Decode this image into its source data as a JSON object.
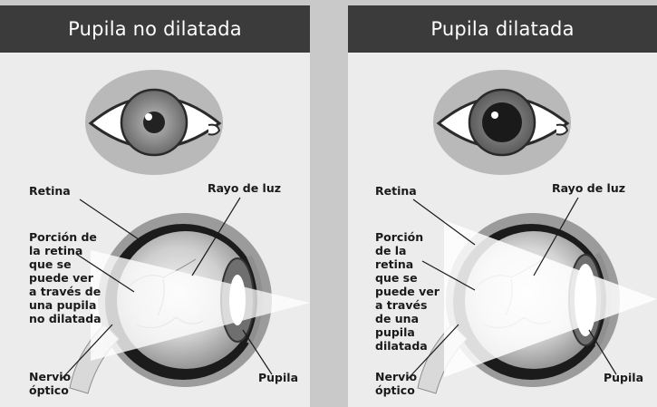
{
  "panels": [
    {
      "title": "Pupila no dilatada",
      "labels": {
        "retina": "Retina",
        "light_ray": "Rayo de luz",
        "retina_portion": "Porción de la retina que se puede ver a través de una pupila no dilatada",
        "optic_nerve": "Nervio óptico",
        "pupil": "Pupila"
      },
      "pupil_state": "constricted"
    },
    {
      "title": "Pupila dilatada",
      "labels": {
        "retina": "Retina",
        "light_ray": "Rayo de luz",
        "retina_portion": "Porción de la retina que se puede ver a través de una pupila dilatada",
        "optic_nerve": "Nervio óptico",
        "pupil": "Pupila"
      },
      "pupil_state": "dilated"
    }
  ],
  "colors": {
    "header_bg": "#3b3b3c",
    "panel_bg": "#ececec",
    "page_bg": "#c9c9ca"
  }
}
